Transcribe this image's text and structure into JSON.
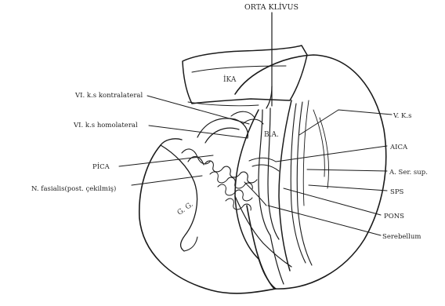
{
  "figure": {
    "labels": {
      "orta_klivus": "ORTA KLİVUS",
      "vi_kontralateral": "VI. k.s kontralateral",
      "vi_homolateral": "VI. k.s homolateral",
      "pica": "PİCA",
      "n_fasialis": "N. fasialis(post. çekilmiş)",
      "v_ks": "V. K.s",
      "aica": "AICA",
      "a_ser_sup": "A. Ser. sup.",
      "sps": "SPS",
      "pons": "PONS",
      "serebellum": "Serebellum"
    },
    "inner_labels": {
      "ika": "İKA",
      "ba": "B.A.",
      "gg": "G. G."
    }
  }
}
